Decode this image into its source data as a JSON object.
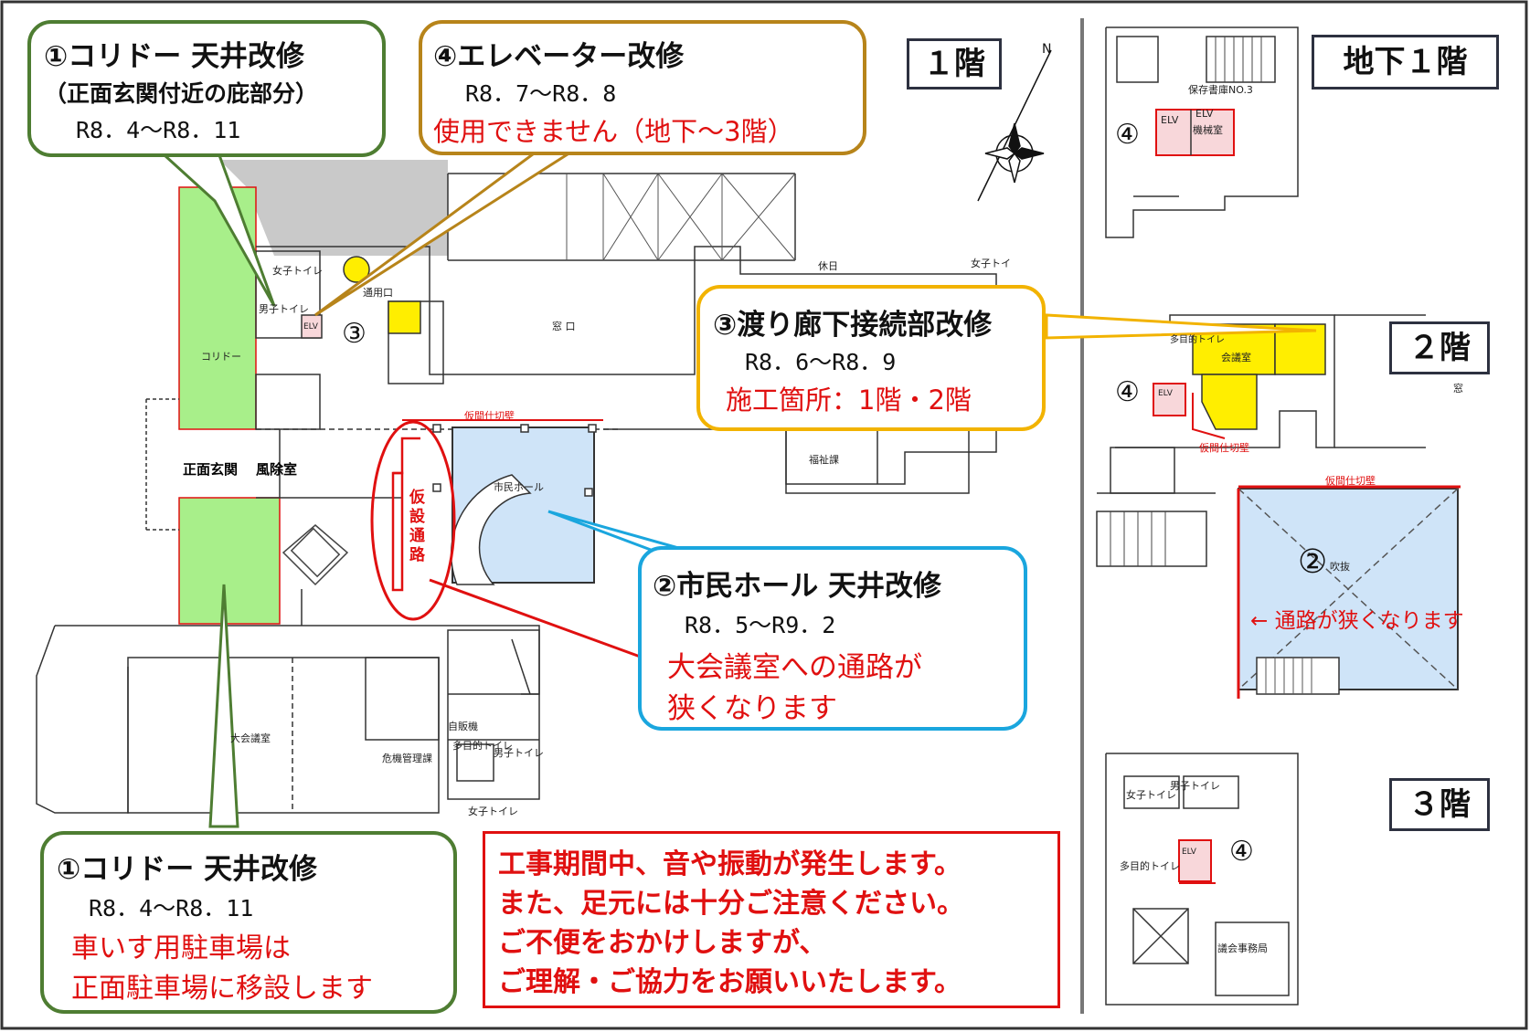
{
  "colors": {
    "green_callout": "#4e7d32",
    "orange_callout": "#b7841a",
    "yellow_callout": "#f2b300",
    "blue_callout": "#1aa6de",
    "red": "#e01010",
    "green_area": "#a8ef8a",
    "blue_area": "#cfe4f8",
    "yellow_area": "#ffee00"
  },
  "floors": {
    "f1": "１階",
    "b1": "地下１階",
    "f2": "２階",
    "f3": "３階"
  },
  "callouts": {
    "corridor_top": {
      "title": "①コリドー 天井改修",
      "subtitle": "（正面玄関付近の庇部分）",
      "dates": "R8．4～R8．11"
    },
    "elevator": {
      "title": "④エレベーター改修",
      "dates": "R8．7～R8．8",
      "note": "使用できません（地下～3階）"
    },
    "bridge": {
      "title": "③渡り廊下接続部改修",
      "dates": "R8．6～R8．9",
      "note": "施工箇所：1階・2階"
    },
    "hall": {
      "title": "②市民ホール 天井改修",
      "dates": "R8．5～R9．2",
      "note1": "大会議室への通路が",
      "note2": "狭くなります"
    },
    "corridor_bottom": {
      "title": "①コリドー 天井改修",
      "dates": "R8．4～R8．11",
      "note1": "車いす用駐車場は",
      "note2": "正面駐車場に移設します"
    }
  },
  "notice": {
    "lines": [
      "工事期間中、音や振動が発生します。",
      "また、足元には十分ご注意ください。",
      "ご不便をおかけしますが、",
      "ご理解・ご協力をお願いいたします。"
    ]
  },
  "map_labels": {
    "corridor": "コリドー",
    "womens_toilet": "女子トイレ",
    "mens_toilet": "男子トイレ",
    "elv": "ELV",
    "service_entrance": "通用口",
    "window": "窓 口",
    "temp_partition": "仮間仕切壁",
    "main_entrance": "正面玄関",
    "windbreak": "風除室",
    "civic_hall": "市民ホール",
    "temp_passage": "仮設通路",
    "welfare": "福祉課",
    "large_conf": "大会議室",
    "vending": "自販機",
    "multipurpose": "多目的トイレ",
    "mens_toilet2": "男子トイレ",
    "womens_toilet2": "女子トイレ",
    "crisis_mgmt": "危機管理課",
    "archive": "保存書庫NO.3",
    "machine_room": "機械室",
    "conference": "会議室",
    "multipurpose_2f": "多目的トイレ",
    "partition_2f": "仮間仕切壁",
    "partition_2f_b": "仮間仕切壁",
    "atrium": "吹抜",
    "narrow_passage": "← 通路が狭くなります",
    "assembly_office": "議会事務局",
    "womens_3f": "女子トイレ",
    "mens_3f": "男子トイレ",
    "multipurpose_3f": "多目的トイレ",
    "window_2f": "窓",
    "rest": "休日",
    "female_top": "女子トイ"
  },
  "markers": {
    "m1": "③",
    "m2": "④",
    "m3": "④",
    "m4": "②",
    "m5": "④"
  }
}
